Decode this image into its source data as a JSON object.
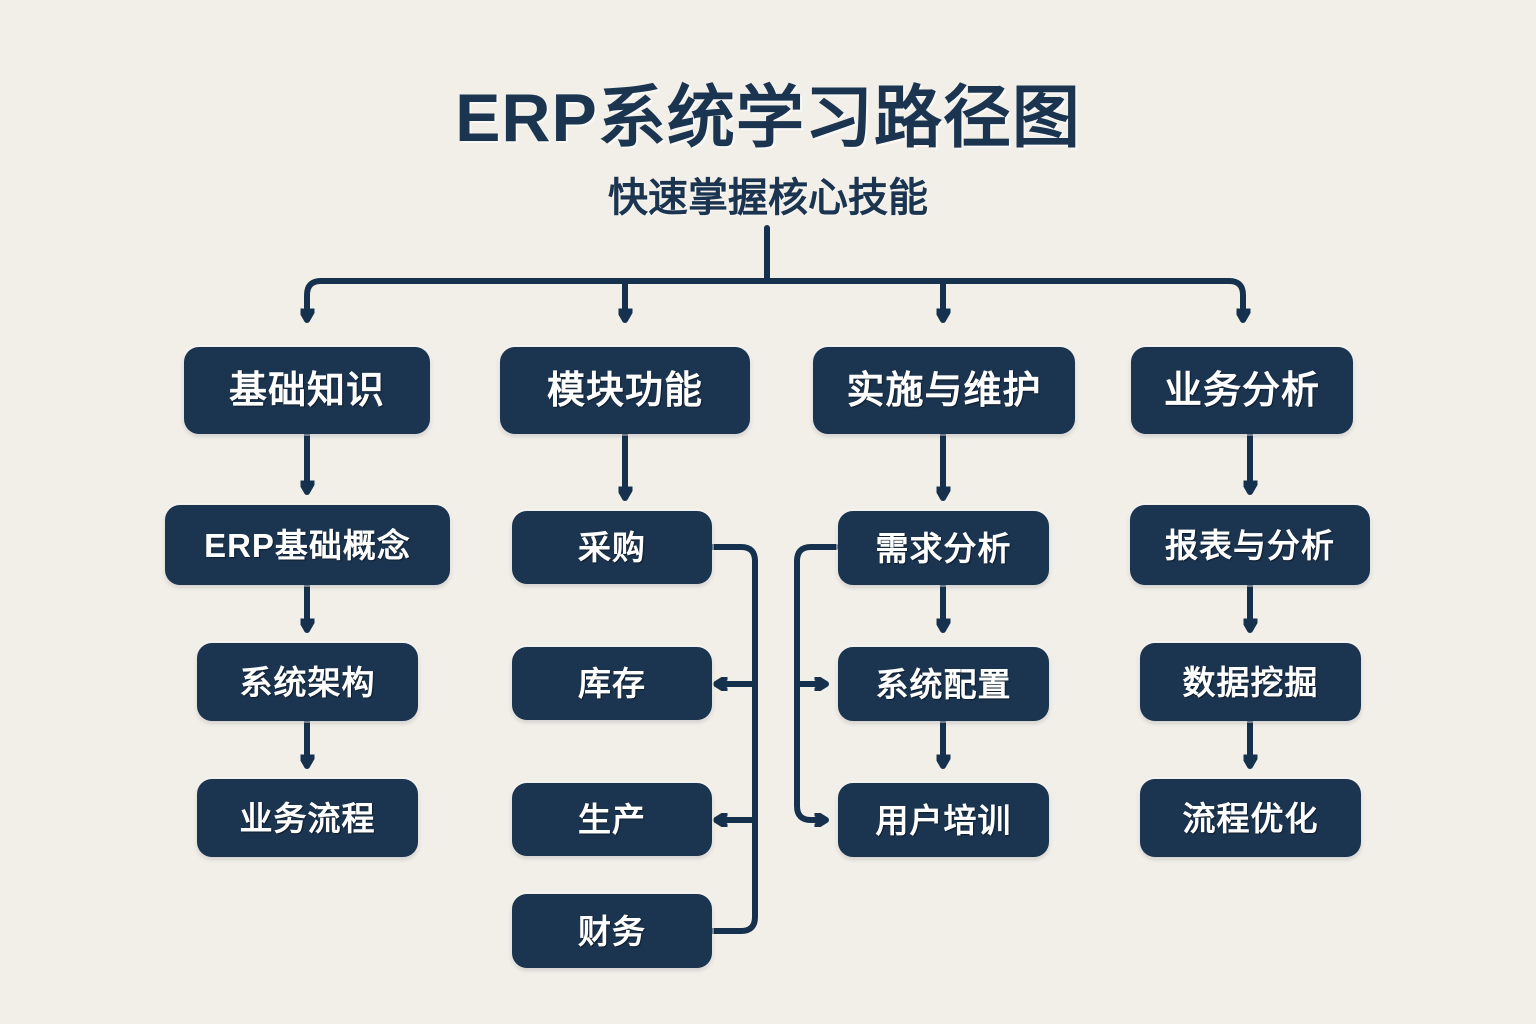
{
  "header": {
    "title": "ERP系统学习路径图",
    "subtitle": "快速掌握核心技能"
  },
  "colors": {
    "background": "#f2efe9",
    "node_fill": "#1b3450",
    "node_text": "#ffffff",
    "connector": "#16314d",
    "title_text": "#1b3450"
  },
  "chart_data": {
    "type": "diagram",
    "title": "ERP系统学习路径图",
    "subtitle": "快速掌握核心技能",
    "layout": "top-down tree with 4 branches",
    "branches": [
      {
        "id": "branch-1",
        "root": "基础知识",
        "steps": [
          "ERP基础概念",
          "系统架构",
          "业务流程"
        ],
        "flow": "linear-vertical"
      },
      {
        "id": "branch-2",
        "root": "模块功能",
        "steps": [
          "采购",
          "库存",
          "生产",
          "财务"
        ],
        "flow": "bus-right: 采购 feeds 库存, 生产, 财务 via right-side rail"
      },
      {
        "id": "branch-3",
        "root": "实施与维护",
        "steps": [
          "需求分析",
          "系统配置",
          "用户培训"
        ],
        "flow": "bus-left: 需求分析 feeds 系统配置 and 用户培训 via left-side rail"
      },
      {
        "id": "branch-4",
        "root": "业务分析",
        "steps": [
          "报表与分析",
          "数据挖掘",
          "流程优化"
        ],
        "flow": "linear-vertical"
      }
    ]
  },
  "nodes": {
    "c1r0": "基础知识",
    "c1r1": "ERP基础概念",
    "c1r2": "系统架构",
    "c1r3": "业务流程",
    "c2r0": "模块功能",
    "c2r1": "采购",
    "c2r2": "库存",
    "c2r3": "生产",
    "c2r4": "财务",
    "c3r0": "实施与维护",
    "c3r1": "需求分析",
    "c3r2": "系统配置",
    "c3r3": "用户培训",
    "c4r0": "业务分析",
    "c4r1": "报表与分析",
    "c4r2": "数据挖掘",
    "c4r3": "流程优化"
  }
}
